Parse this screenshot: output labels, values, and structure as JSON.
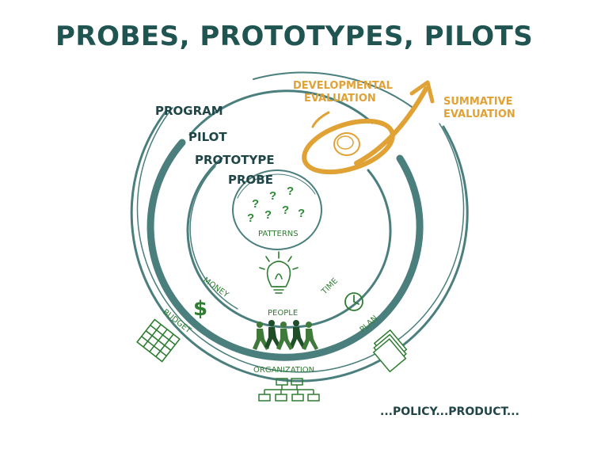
{
  "title": "PROBES, PROTOTYPES, PILOTS",
  "levels": {
    "program": "PROGRAM",
    "pilot": "PILOT",
    "prototype": "PROTOTYPE",
    "probe": "PROBE"
  },
  "evaluation": {
    "developmental_line1": "DEVELOPMENTAL",
    "developmental_line2": "EVALUATION",
    "summative_line1": "SUMMATIVE",
    "summative_line2": "EVALUATION"
  },
  "elements": {
    "patterns": "PATTERNS",
    "money": "MONEY",
    "money_symbol": "$",
    "time": "TIME",
    "people": "PEOPLE",
    "budget": "BUDGET",
    "plan": "PLAN",
    "organization": "ORGANIZATION"
  },
  "question_marks": [
    "?",
    "?",
    "?",
    "?",
    "?",
    "?",
    "?"
  ],
  "footer": "...POLICY...PRODUCT...",
  "colors": {
    "ring": "#4a7f7d",
    "title": "#1f5451",
    "evaluation": "#e0a235",
    "icons_green": "#2f7d32"
  }
}
